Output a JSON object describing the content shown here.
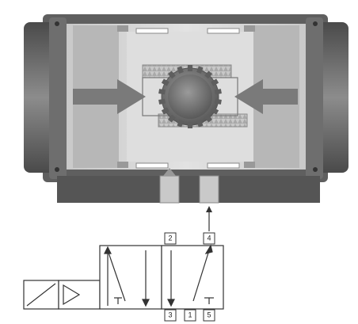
{
  "colors": {
    "housing_dark": "#5e5e5e",
    "housing_mid": "#8a8a8a",
    "chamber_light": "#d3d3d3",
    "piston_face": "#c2c2c2",
    "gear_fill": "#6f6f6f",
    "arrow_fill": "#7a7a7a",
    "line": "#333333"
  },
  "valve": {
    "ports": {
      "p2": "2",
      "p4": "4",
      "p3": "3",
      "p1": "1",
      "p5": "5"
    }
  }
}
